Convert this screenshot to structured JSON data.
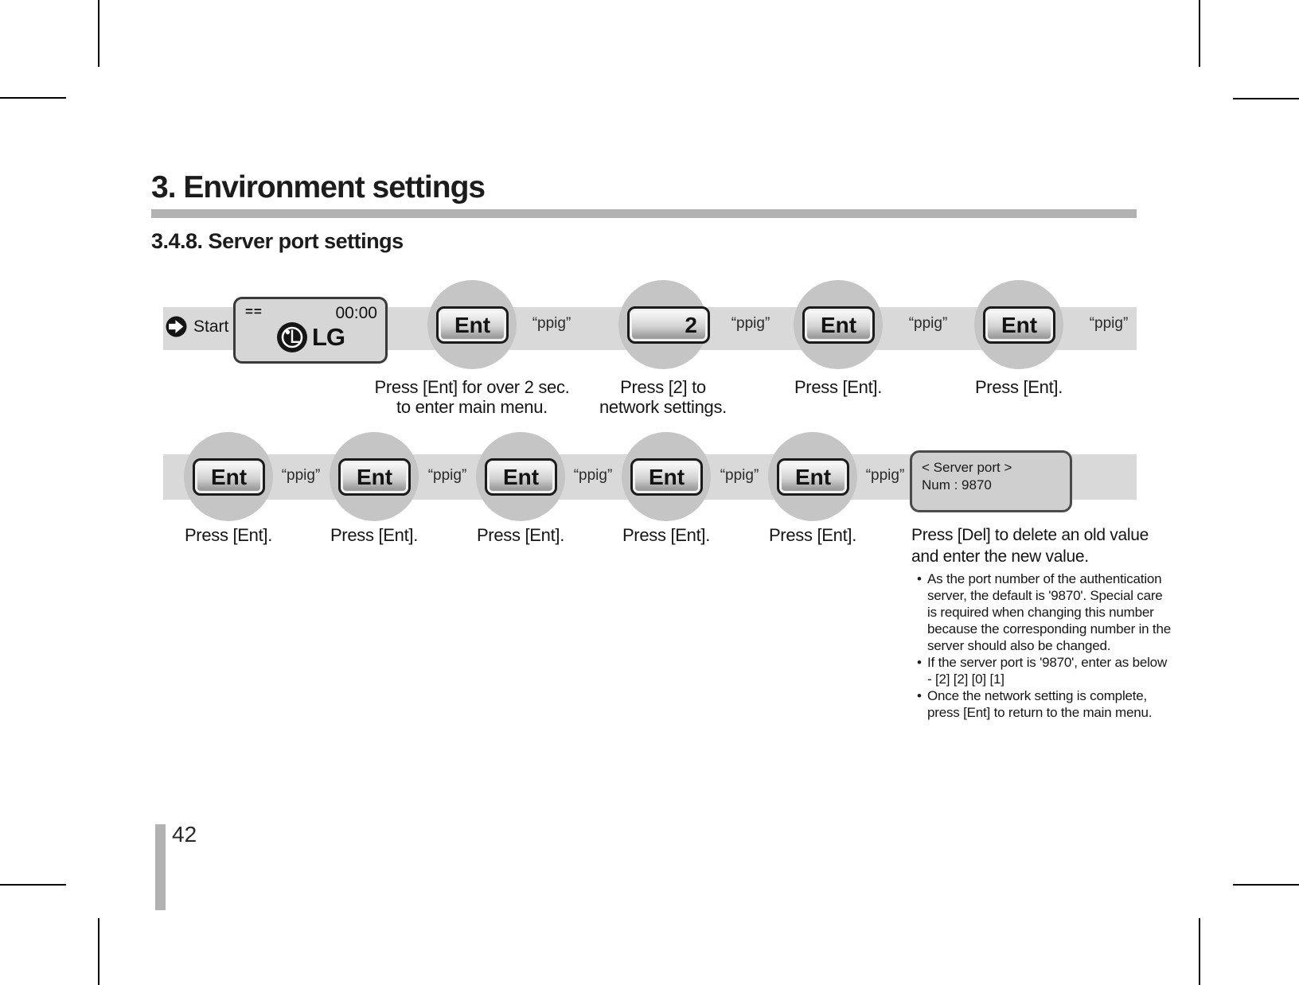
{
  "page": {
    "title": "3. Environment settings",
    "section": "3.4.8. Server port settings",
    "page_number": "42"
  },
  "colors": {
    "band_gray": "#d9d9d9",
    "circle_gray": "#c5c5c5",
    "bar_gray": "#b2b2b2",
    "lcd_fill": "#d6d6d6",
    "text": "#1e1e1e"
  },
  "diagram": {
    "start_label": "Start",
    "signal_word": "“ppig”",
    "lcd": {
      "status": "==",
      "time": "00:00",
      "brand": "LG"
    },
    "row1": {
      "steps": [
        {
          "button": "Ent",
          "caption_line1": "Press [Ent] for over 2 sec.",
          "caption_line2": "to enter main menu."
        },
        {
          "button": "2",
          "caption_line1": "Press [2] to",
          "caption_line2": "network settings."
        },
        {
          "button": "Ent",
          "caption_line1": "Press [Ent]."
        },
        {
          "button": "Ent",
          "caption_line1": "Press [Ent]."
        }
      ]
    },
    "row2": {
      "steps": [
        {
          "button": "Ent",
          "caption": "Press [Ent]."
        },
        {
          "button": "Ent",
          "caption": "Press [Ent]."
        },
        {
          "button": "Ent",
          "caption": "Press [Ent]."
        },
        {
          "button": "Ent",
          "caption": "Press [Ent]."
        },
        {
          "button": "Ent",
          "caption": "Press [Ent]."
        }
      ],
      "display_box": {
        "line1": "< Server port >",
        "line2": "Num : 9870"
      }
    }
  },
  "notes": {
    "heading": "Press [Del] to delete an old value\nand enter the new value.",
    "bullet_glyph": "•",
    "bullets": [
      "As the port number of the authentication\nserver, the default is '9870'. Special care\nis required when changing this number\nbecause the corresponding number in the\nserver should also be changed.",
      "If the server port is '9870', enter as below\n- [2] [2] [0] [1]",
      "Once the network setting is complete,\npress [Ent] to return to the main menu."
    ]
  }
}
